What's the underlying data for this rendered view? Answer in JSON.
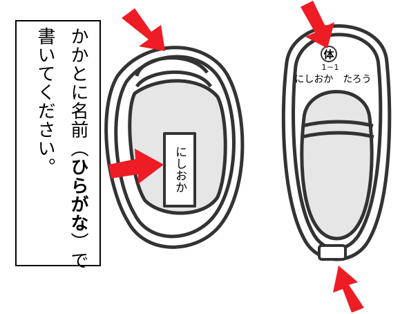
{
  "instruction": {
    "line1_before": "かかとに名前（",
    "line1_bold": "ひらがな",
    "line1_after": "）で",
    "line2": "書いてください。"
  },
  "left_shoe": {
    "heel_label": "にしおか"
  },
  "right_shoe": {
    "mark": "体",
    "class": "1－1",
    "name": "にしおか　たろう"
  },
  "colors": {
    "arrow": "#ee1c25",
    "outline": "#333333",
    "fill_gray": "#e6e6e6"
  },
  "icons": [
    "arrow-icon",
    "shoe-icon"
  ]
}
